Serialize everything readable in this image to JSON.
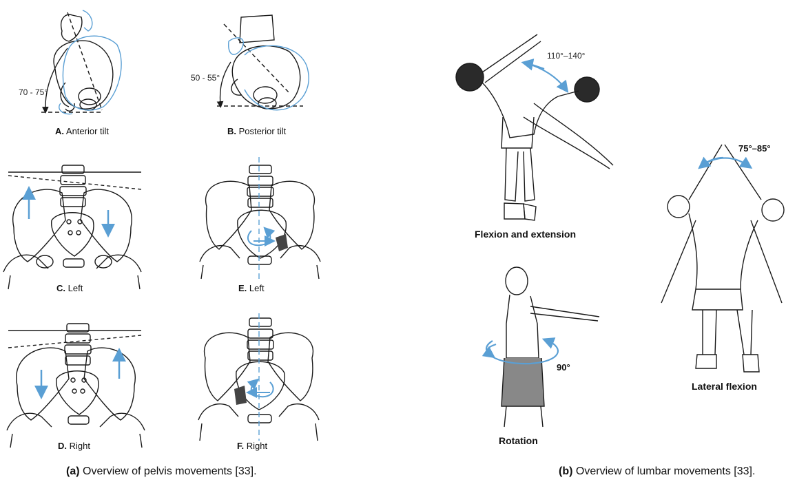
{
  "pelvis": {
    "panelA": {
      "letter": "A.",
      "name": "Anterior tilt",
      "angle": "70 - 75°"
    },
    "panelB": {
      "letter": "B.",
      "name": "Posterior tilt",
      "angle": "50 - 55°"
    },
    "panelC": {
      "letter": "C.",
      "name": "Left"
    },
    "panelD": {
      "letter": "D.",
      "name": "Right"
    },
    "panelE": {
      "letter": "E.",
      "name": "Left"
    },
    "panelF": {
      "letter": "F.",
      "name": "Right"
    },
    "caption": {
      "tag": "(a)",
      "text": "Overview of pelvis movements [33]."
    }
  },
  "lumbar": {
    "flexion": {
      "label": "Flexion and extension",
      "angle": "110°–140°"
    },
    "rotation": {
      "label": "Rotation",
      "angle": "90°"
    },
    "lateral": {
      "label": "Lateral flexion",
      "angle": "75°–85°"
    },
    "caption": {
      "tag": "(b)",
      "text": "Overview of lumbar movements [33]."
    }
  },
  "colors": {
    "accent": "#5a9fd4",
    "ink": "#1a1a1a"
  }
}
